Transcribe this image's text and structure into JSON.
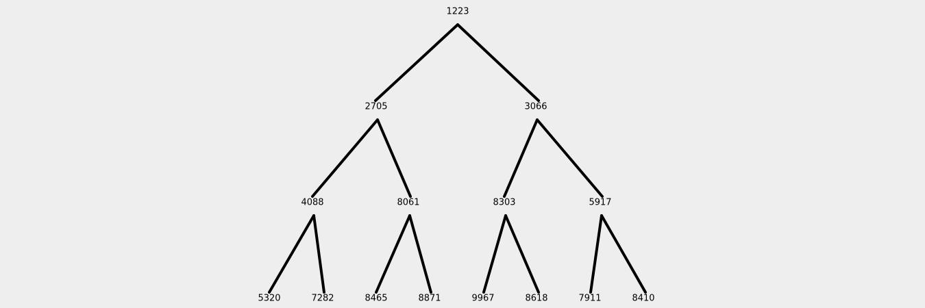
{
  "tree": {
    "edge_color": "#000000",
    "label_color": "#000000",
    "background": "#eeeeee",
    "levels": [
      [
        "1223"
      ],
      [
        "2705",
        "3066"
      ],
      [
        "4088",
        "8061",
        "8303",
        "5917"
      ],
      [
        "5320",
        "7282",
        "8465",
        "8871",
        "9967",
        "8618",
        "7911",
        "8410"
      ]
    ]
  }
}
